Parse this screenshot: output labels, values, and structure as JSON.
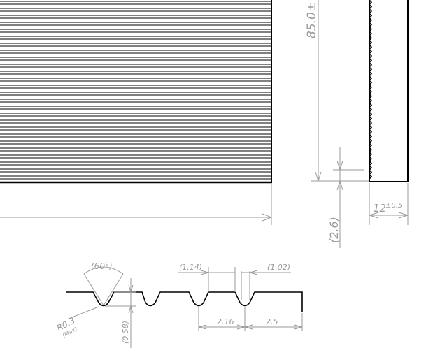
{
  "drawing": {
    "line_color": "#000000",
    "dimension_color": "#9a9a9a",
    "background": "#ffffff",
    "dimensions": {
      "height_partial": "85.0±",
      "offset_height": "(2.6)",
      "thickness": "12",
      "thickness_tolerance": "±0.5",
      "angle": "(60°)",
      "root_radius": "R0.3",
      "root_radius_note": "(Max)",
      "groove_depth": "(0.58)",
      "groove_top_width": "(1.14)",
      "groove_bottom_width": "(1.02)",
      "pitch_small": "2.16",
      "pitch_large": "2.5"
    }
  }
}
